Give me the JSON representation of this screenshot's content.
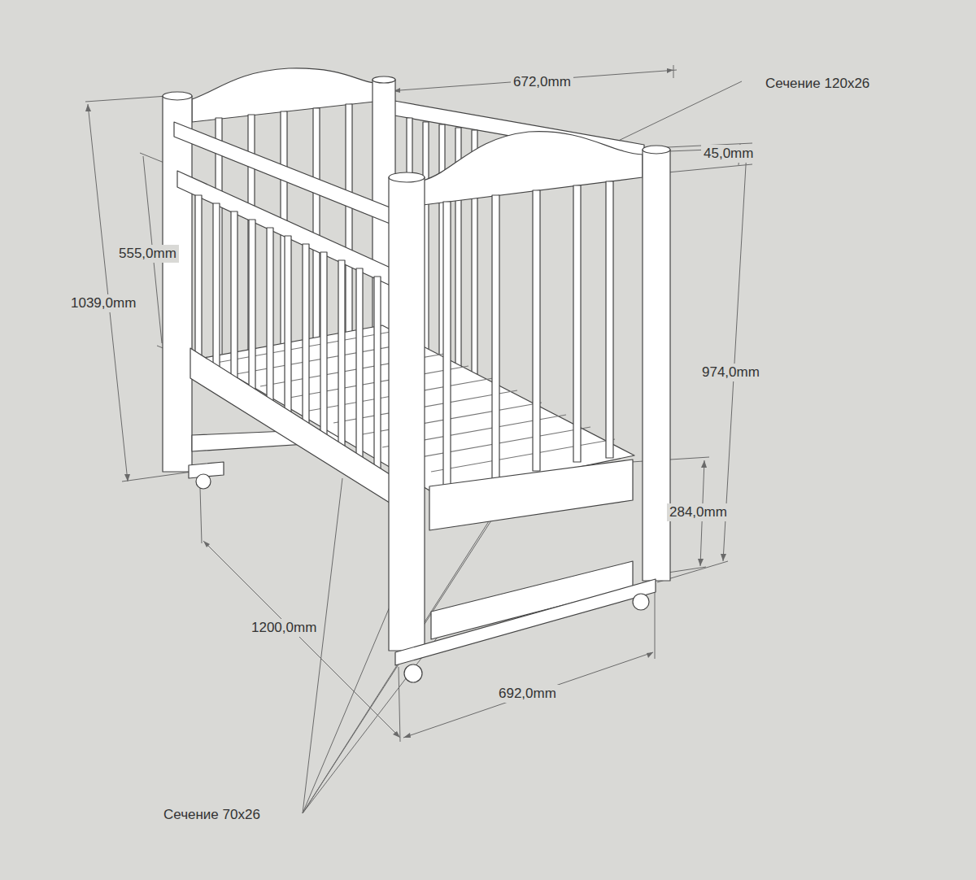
{
  "diagram": {
    "labels": [
      "672,0mm",
      "Сечение 120x26",
      "45,0mm",
      "555,0mm",
      "1039,0mm",
      "974,0mm",
      "284,0mm",
      "1200,0mm",
      "692,0mm",
      "Сечение 70x26"
    ]
  }
}
